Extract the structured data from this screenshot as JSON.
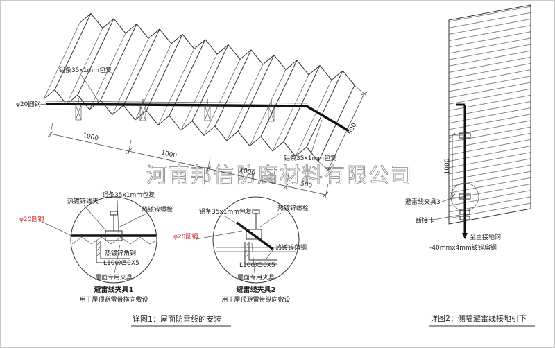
{
  "watermark": "河南邦信防腐材料有限公司",
  "colors": {
    "line": "#333333",
    "wire": "#111111",
    "red": "#cc2222",
    "watermark": "#999999"
  },
  "roof": {
    "label_alu_top": "铝条35x1mm包复",
    "label_round_steel": "φ20圆钢",
    "label_alu_right": "铝条35x1mm包复",
    "dims": {
      "d1": "1000",
      "d2": "1000",
      "d3": "1000",
      "d4": "500",
      "d5": "500"
    }
  },
  "detail1": {
    "clamp_label": "热镀锌线夹",
    "alu_label": "铝条35x1mm包复",
    "bolt_label": "热镀锌螺栓",
    "round_steel_label": "φ20圆钢",
    "angle_label": "热镀锌角钢",
    "angle_spec": "L100X50X5",
    "fixture_label": "屋面专用夹具",
    "title": "避雷线夹具1",
    "subtitle": "用于屋顶避雷带横向敷设"
  },
  "detail2": {
    "alu_label": "铝条35x1mm包复",
    "bolt_label": "热镀锌螺栓",
    "round_steel_label": "φ20圆钢",
    "angle_label": "热镀锌角钢",
    "angle_spec": "L100X50X5",
    "fixture_label": "屋面专用夹具",
    "title": "避雷线夹具2",
    "subtitle": "用于屋顶避雷带纵向敷设"
  },
  "wall": {
    "clamp_label": "避雷线夹具3",
    "disconnect_label": "断接卡",
    "ground_label": "至主接地网",
    "flat_steel_label": "-40mmx4mm镀锌扁钢",
    "dim": "1000"
  },
  "captions": {
    "detail1": "详图1：屋面防雷线的安装",
    "detail2": "详图2：侧墙避雷线接地引下"
  }
}
